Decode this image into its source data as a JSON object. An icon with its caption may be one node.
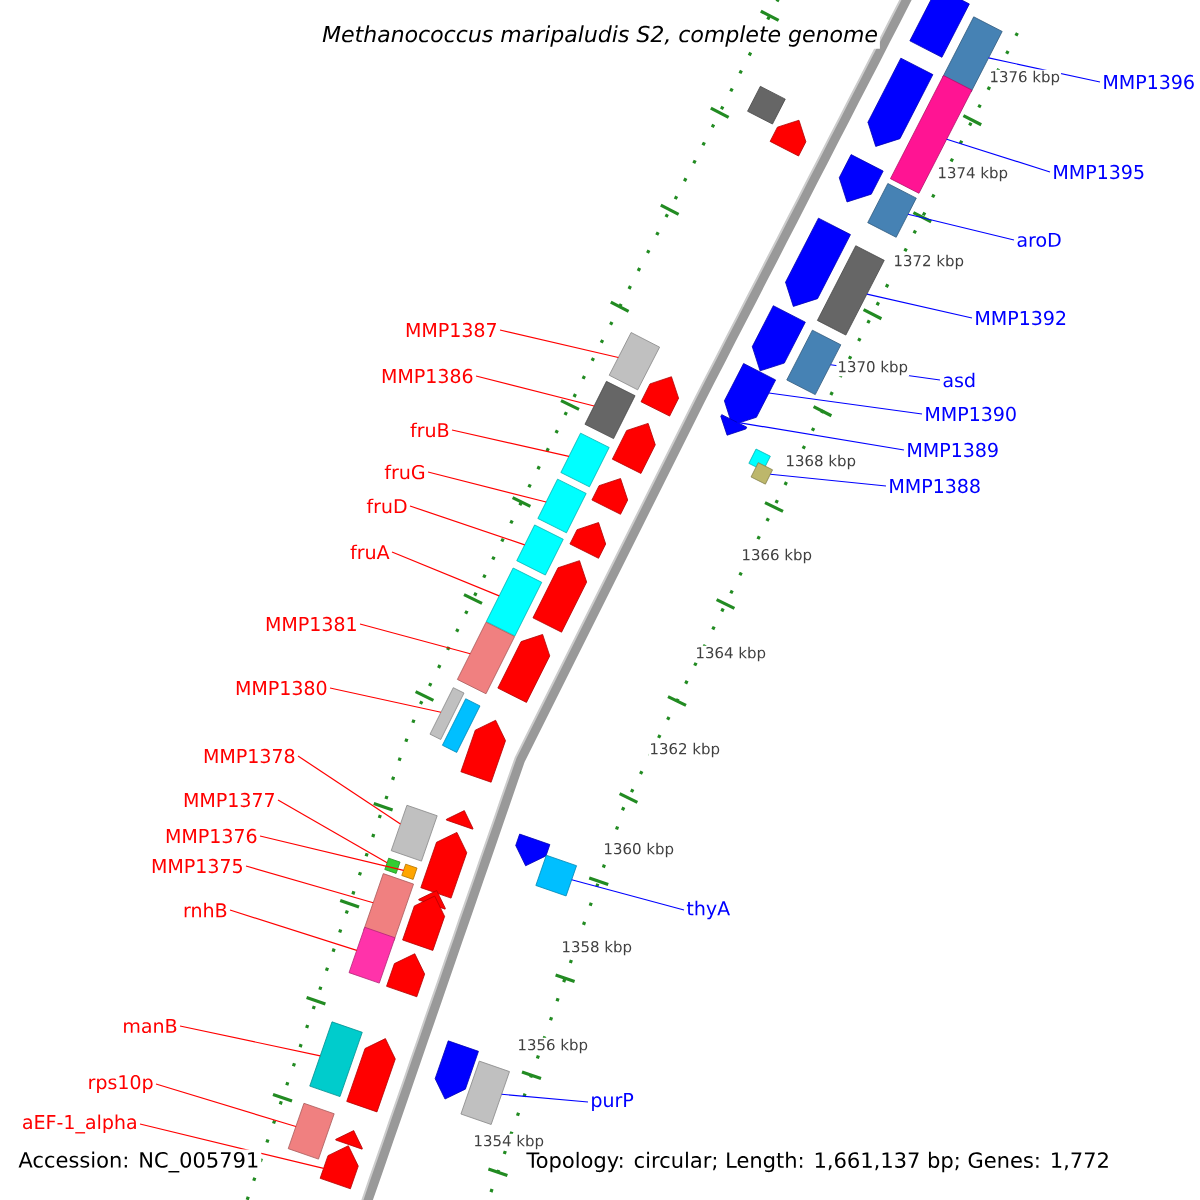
{
  "diagram": {
    "title": "Methanococcus maripaludis S2, complete genome",
    "nodes": [
      {
        "text": [
          "MMP1387"
        ]
      },
      {
        "text": [
          "MMP1386"
        ]
      },
      {
        "text": [
          "fruB"
        ]
      },
      {
        "text": [
          "fruG"
        ]
      },
      {
        "text": [
          "fruD"
        ]
      },
      {
        "text": [
          "fruA"
        ]
      },
      {
        "text": [
          "MMP1381"
        ]
      },
      {
        "text": [
          "MMP1380"
        ]
      },
      {
        "text": [
          "MMP1378"
        ]
      },
      {
        "text": [
          "MMP1377"
        ]
      },
      {
        "text": [
          "MMP1376"
        ]
      },
      {
        "text": [
          "MMP1375"
        ]
      },
      {
        "text": [
          "rnhB"
        ]
      },
      {
        "text": [
          "manB"
        ]
      },
      {
        "text": [
          "rps10p"
        ]
      },
      {
        "text": [
          "aEF-1_alpha"
        ]
      },
      {
        "text": [
          "MMP1396"
        ]
      },
      {
        "text": [
          "MMP1395"
        ]
      },
      {
        "text": [
          "aroD"
        ]
      },
      {
        "text": [
          "MMP1392"
        ]
      },
      {
        "text": [
          "asd"
        ]
      },
      {
        "text": [
          "MMP1390"
        ]
      },
      {
        "text": [
          "MMP1389"
        ]
      },
      {
        "text": [
          "MMP1388"
        ]
      },
      {
        "text": [
          "thyA"
        ]
      },
      {
        "text": [
          "purP"
        ]
      },
      {
        "text": [],
        "shape": "box"
      },
      {
        "text": [],
        "shape": "box"
      },
      {
        "text": [],
        "shape": "box"
      },
      {
        "text": [],
        "shape": "pentagon"
      },
      {
        "text": [],
        "shape": "pentagon"
      },
      {
        "text": [],
        "shape": "box"
      },
      {
        "text": [],
        "shape": "pentagon"
      },
      {
        "text": [],
        "shape": "box"
      },
      {
        "text": [],
        "shape": "pentagon"
      },
      {
        "text": [],
        "shape": "box"
      },
      {
        "text": [],
        "shape": "pentagon"
      },
      {
        "text": [],
        "shape": "pentagon"
      },
      {
        "text": [],
        "shape": "box"
      },
      {
        "text": [],
        "shape": "box"
      },
      {
        "text": [],
        "shape": "box"
      },
      {
        "text": [],
        "shape": "pentagon"
      },
      {
        "text": [],
        "shape": "box"
      },
      {
        "text": [],
        "shape": "box"
      },
      {
        "text": [],
        "shape": "box"
      },
      {
        "text": [],
        "shape": "box"
      },
      {
        "text": [],
        "shape": "box"
      },
      {
        "text": [],
        "shape": "box"
      },
      {
        "text": [],
        "shape": "box"
      },
      {
        "text": [],
        "shape": "box"
      },
      {
        "text": [],
        "shape": "box"
      },
      {
        "text": [],
        "shape": "box"
      },
      {
        "text": [],
        "shape": "box"
      },
      {
        "text": [],
        "shape": "box"
      },
      {
        "text": [],
        "shape": "box"
      },
      {
        "text": [],
        "shape": "box"
      },
      {
        "text": [],
        "shape": "box"
      },
      {
        "text": [],
        "shape": "box"
      },
      {
        "text": [],
        "shape": "pentagon"
      },
      {
        "text": [],
        "shape": "pentagon"
      },
      {
        "text": [],
        "shape": "pentagon"
      },
      {
        "text": [],
        "shape": "pentagon"
      },
      {
        "text": [],
        "shape": "pentagon"
      },
      {
        "text": [],
        "shape": "pentagon"
      },
      {
        "text": [],
        "shape": "pentagon"
      },
      {
        "text": [],
        "shape": "pentagon"
      },
      {
        "text": [],
        "shape": "pentagon"
      },
      {
        "text": [],
        "shape": "pentagon"
      },
      {
        "text": [],
        "shape": "pentagon"
      },
      {
        "text": [],
        "shape": "pentagon"
      },
      {
        "text": [],
        "shape": "pentagon"
      },
      {
        "text": [],
        "shape": "pentagon"
      },
      {
        "text": [],
        "shape": "pentagon"
      },
      {
        "text": [],
        "shape": "pentagon"
      },
      {
        "text": [],
        "shape": "box"
      },
      {
        "text": [],
        "shape": "pentagon"
      },
      {
        "text": [],
        "shape": "box"
      }
    ],
    "edges": [
      {
        "from": 0,
        "to": 42,
        "arrow": "none"
      },
      {
        "from": 1,
        "to": 43,
        "arrow": "none"
      },
      {
        "from": 2,
        "to": 44,
        "arrow": "none"
      },
      {
        "from": 3,
        "to": 45,
        "arrow": "none"
      },
      {
        "from": 4,
        "to": 46,
        "arrow": "none"
      },
      {
        "from": 5,
        "to": 47,
        "arrow": "none"
      },
      {
        "from": 6,
        "to": 48,
        "arrow": "none"
      },
      {
        "from": 7,
        "to": 49,
        "arrow": "none"
      },
      {
        "from": 8,
        "to": 51,
        "arrow": "none"
      },
      {
        "from": 9,
        "to": 52,
        "arrow": "none"
      },
      {
        "from": 10,
        "to": 53,
        "arrow": "none"
      },
      {
        "from": 11,
        "to": 54,
        "arrow": "none"
      },
      {
        "from": 12,
        "to": 55,
        "arrow": "none"
      },
      {
        "from": 13,
        "to": 56,
        "arrow": "none"
      },
      {
        "from": 14,
        "to": 57,
        "arrow": "none"
      },
      {
        "from": 15,
        "to": 72,
        "arrow": "none"
      },
      {
        "from": 16,
        "to": 26,
        "arrow": "none",
        "color": "#0000ff"
      },
      {
        "from": 17,
        "to": 28,
        "arrow": "none",
        "color": "#0000ff"
      },
      {
        "from": 18,
        "to": 31,
        "arrow": "none",
        "color": "#0000ff"
      },
      {
        "from": 19,
        "to": 33,
        "arrow": "none",
        "color": "#0000ff"
      },
      {
        "from": 20,
        "to": 35,
        "arrow": "none",
        "color": "#0000ff"
      },
      {
        "from": 21,
        "to": 36,
        "arrow": "none",
        "color": "#0000ff"
      },
      {
        "from": 22,
        "to": 37,
        "arrow": "none",
        "color": "#0000ff"
      },
      {
        "from": 23,
        "to": 39,
        "arrow": "none",
        "color": "#0000ff"
      },
      {
        "from": 24,
        "to": 74,
        "arrow": "none",
        "color": "#0000ff"
      },
      {
        "from": 25,
        "to": 76,
        "arrow": "none",
        "color": "#0000ff"
      }
    ],
    "labels": [
      "1376 kbp",
      "1374 kbp",
      "1372 kbp",
      "1370 kbp",
      "1368 kbp",
      "1366 kbp",
      "1364 kbp",
      "1362 kbp",
      "1360 kbp",
      "1358 kbp",
      "1356 kbp",
      "1354 kbp",
      "Accession: NC_005791",
      "Topology: circular; Length: 1,661,137 bp; Genes: 1,772"
    ]
  }
}
